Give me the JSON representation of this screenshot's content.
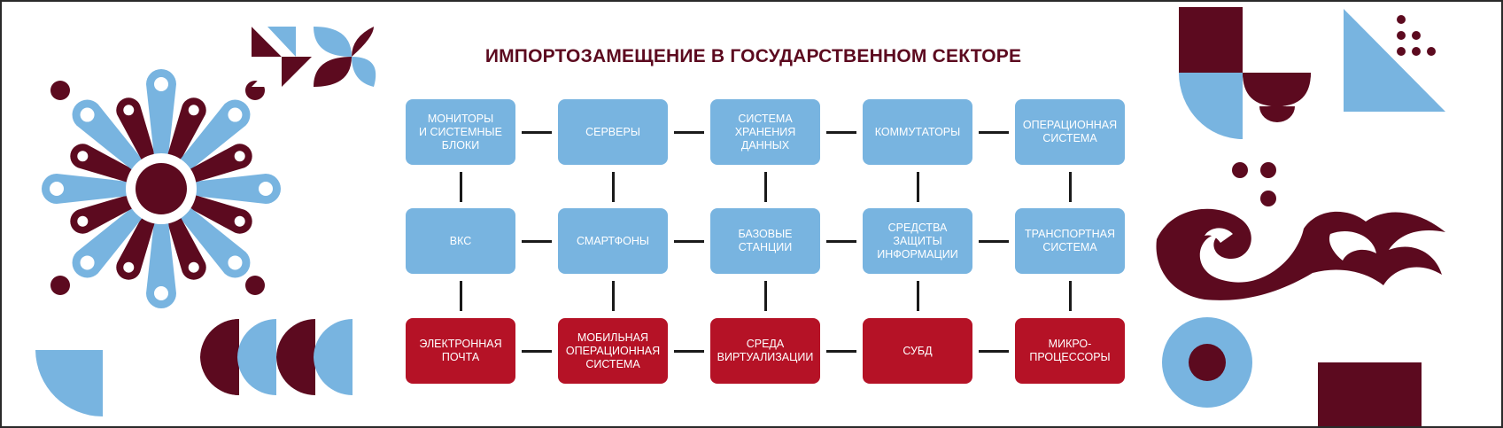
{
  "title": "ИМПОРТОЗАМЕЩЕНИЕ В ГОСУДАРСТВЕННОМ СЕКТОРЕ",
  "colors": {
    "blue": "#78b4e0",
    "red": "#b51226",
    "maroon": "#5c0a1f",
    "line": "#1a1a1a"
  },
  "rows": [
    {
      "color": "blue",
      "items": [
        "МОНИТОРЫ\nИ СИСТЕМНЫЕ\nБЛОКИ",
        "СЕРВЕРЫ",
        "СИСТЕМА\nХРАНЕНИЯ\nДАННЫХ",
        "КОММУТАТОРЫ",
        "ОПЕРАЦИОННАЯ\nСИСТЕМА"
      ]
    },
    {
      "color": "blue",
      "items": [
        "ВКС",
        "СМАРТФОНЫ",
        "БАЗОВЫЕ\nСТАНЦИИ",
        "СРЕДСТВА\nЗАЩИТЫ\nИНФОРМАЦИИ",
        "ТРАНСПОРТНАЯ\nСИСТЕМА"
      ]
    },
    {
      "color": "red",
      "items": [
        "ЭЛЕКТРОННАЯ\nПОЧТА",
        "МОБИЛЬНАЯ\nОПЕРАЦИОННАЯ\nСИСТЕМА",
        "СРЕДА\nВИРТУАЛИЗАЦИИ",
        "СУБД",
        "МИКРО-\nПРОЦЕССОРЫ"
      ]
    }
  ],
  "decorations": [
    "flower-ornament",
    "triangles-ornament",
    "semicircles-ornament",
    "quarter-circle-ornament",
    "arch-shapes-ornament",
    "dots-triangle-ornament",
    "scroll-ornament",
    "ring-ornament",
    "square-ornament"
  ]
}
